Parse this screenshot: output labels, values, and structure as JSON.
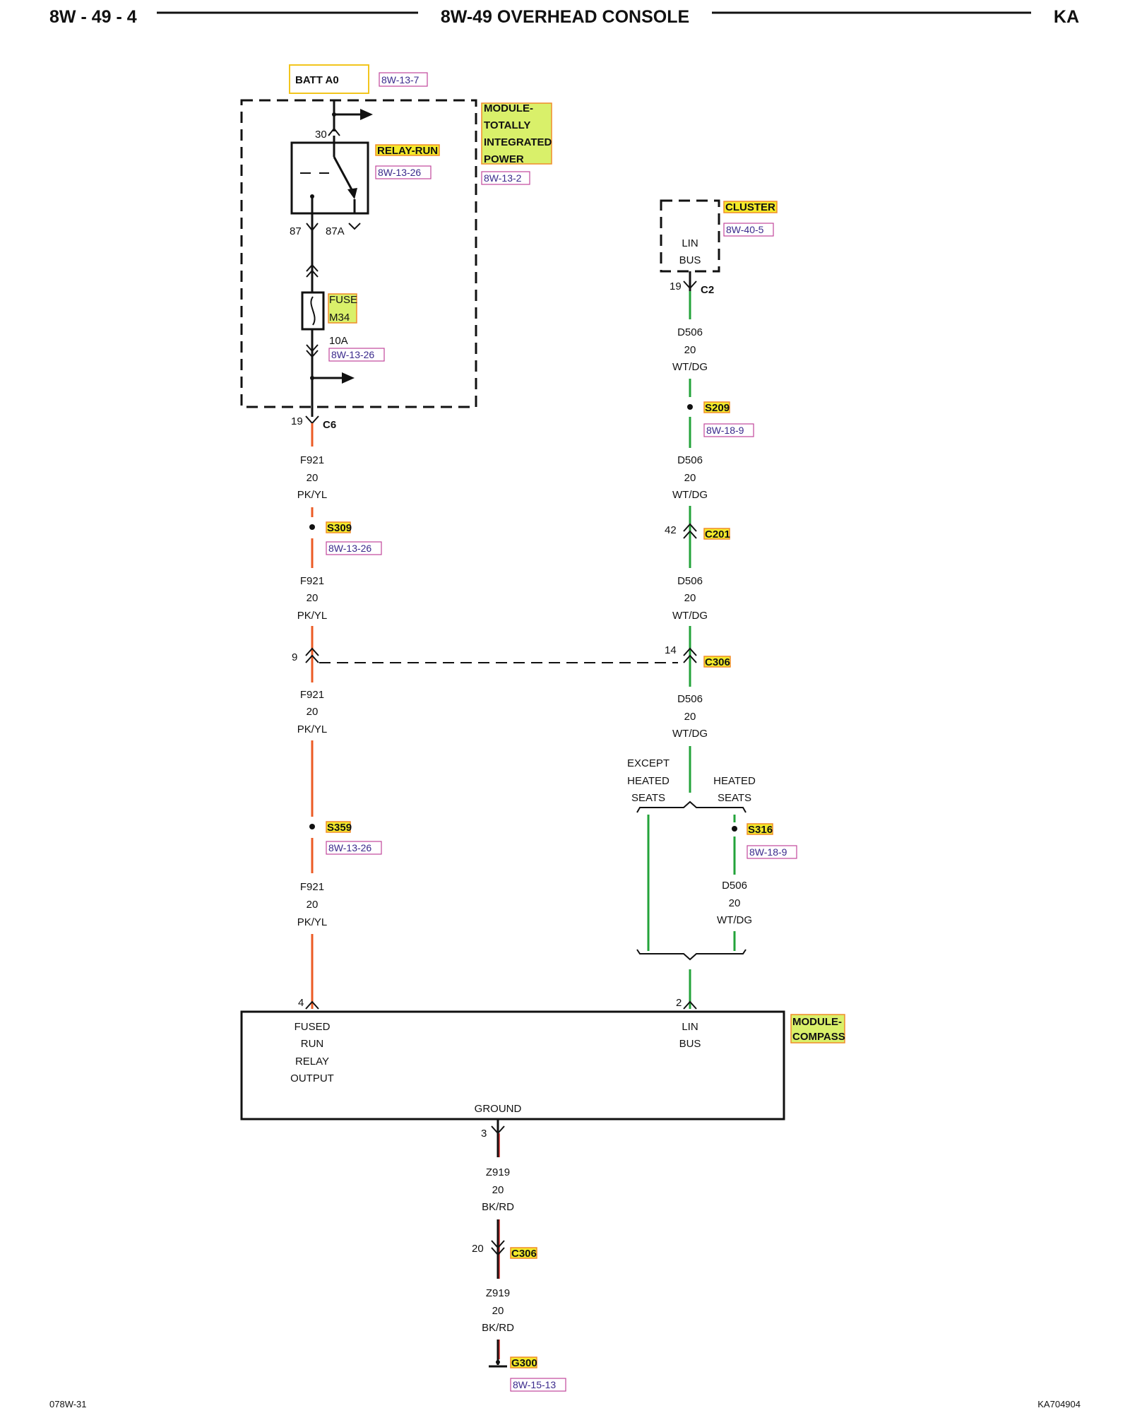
{
  "header": {
    "left": "8W - 49 - 4",
    "title": "8W-49 OVERHEAD CONSOLE",
    "right": "KA"
  },
  "footer": {
    "left": "078W-31",
    "right": "KA704904"
  },
  "colors": {
    "orange_wire": "#ec5b24",
    "green_wire": "#23a33a",
    "black_wire": "#111111",
    "label_highlight": "#f3ea2a",
    "ref_box": "#c2469b"
  },
  "labels": {
    "batt": "BATT A0",
    "batt_ref": "8W-13-7",
    "tipm": [
      "MODULE-",
      "TOTALLY",
      "INTEGRATED",
      "POWER"
    ],
    "tipm_ref": "8W-13-2",
    "relay": "RELAY-RUN",
    "relay_ref": "8W-13-26",
    "pin30": "30",
    "pin87": "87",
    "pin87a": "87A",
    "fuse": [
      "FUSE",
      "M34"
    ],
    "fuse_amp": "10A",
    "fuse_ref": "8W-13-26",
    "c6_pin": "19",
    "c6": "C6",
    "cluster": "CLUSTER",
    "cluster_ref": "8W-40-5",
    "cluster_pin": [
      "LIN",
      "BUS"
    ],
    "c2_pin": "19",
    "c2": "C2",
    "s209": "S209",
    "s209_ref": "8W-18-9",
    "c201_pin": "42",
    "c201": "C201",
    "s309": "S309",
    "s309_ref": "8W-13-26",
    "c306_pin_left": "9",
    "c306_pin_right": "14",
    "c306": "C306",
    "s359": "S359",
    "s359_ref": "8W-13-26",
    "except_heated": [
      "EXCEPT",
      "HEATED",
      "SEATS"
    ],
    "heated": [
      "HEATED",
      "SEATS"
    ],
    "s316": "S316",
    "s316_ref": "8W-18-9",
    "compass": [
      "MODULE-",
      "COMPASS"
    ],
    "compass_pin_left": "4",
    "compass_pin_right": "2",
    "compass_pin_ground": "3",
    "fused_run": [
      "FUSED",
      "RUN",
      "RELAY",
      "OUTPUT"
    ],
    "lin_bus": [
      "LIN",
      "BUS"
    ],
    "ground": "GROUND",
    "c306_z_pin": "20",
    "c306_z": "C306",
    "g300": "G300",
    "g300_ref": "8W-15-13"
  },
  "wires": {
    "f921": [
      "F921",
      "20",
      "PK/YL"
    ],
    "d506": [
      "D506",
      "20",
      "WT/DG"
    ],
    "z919": [
      "Z919",
      "20",
      "BK/RD"
    ]
  }
}
